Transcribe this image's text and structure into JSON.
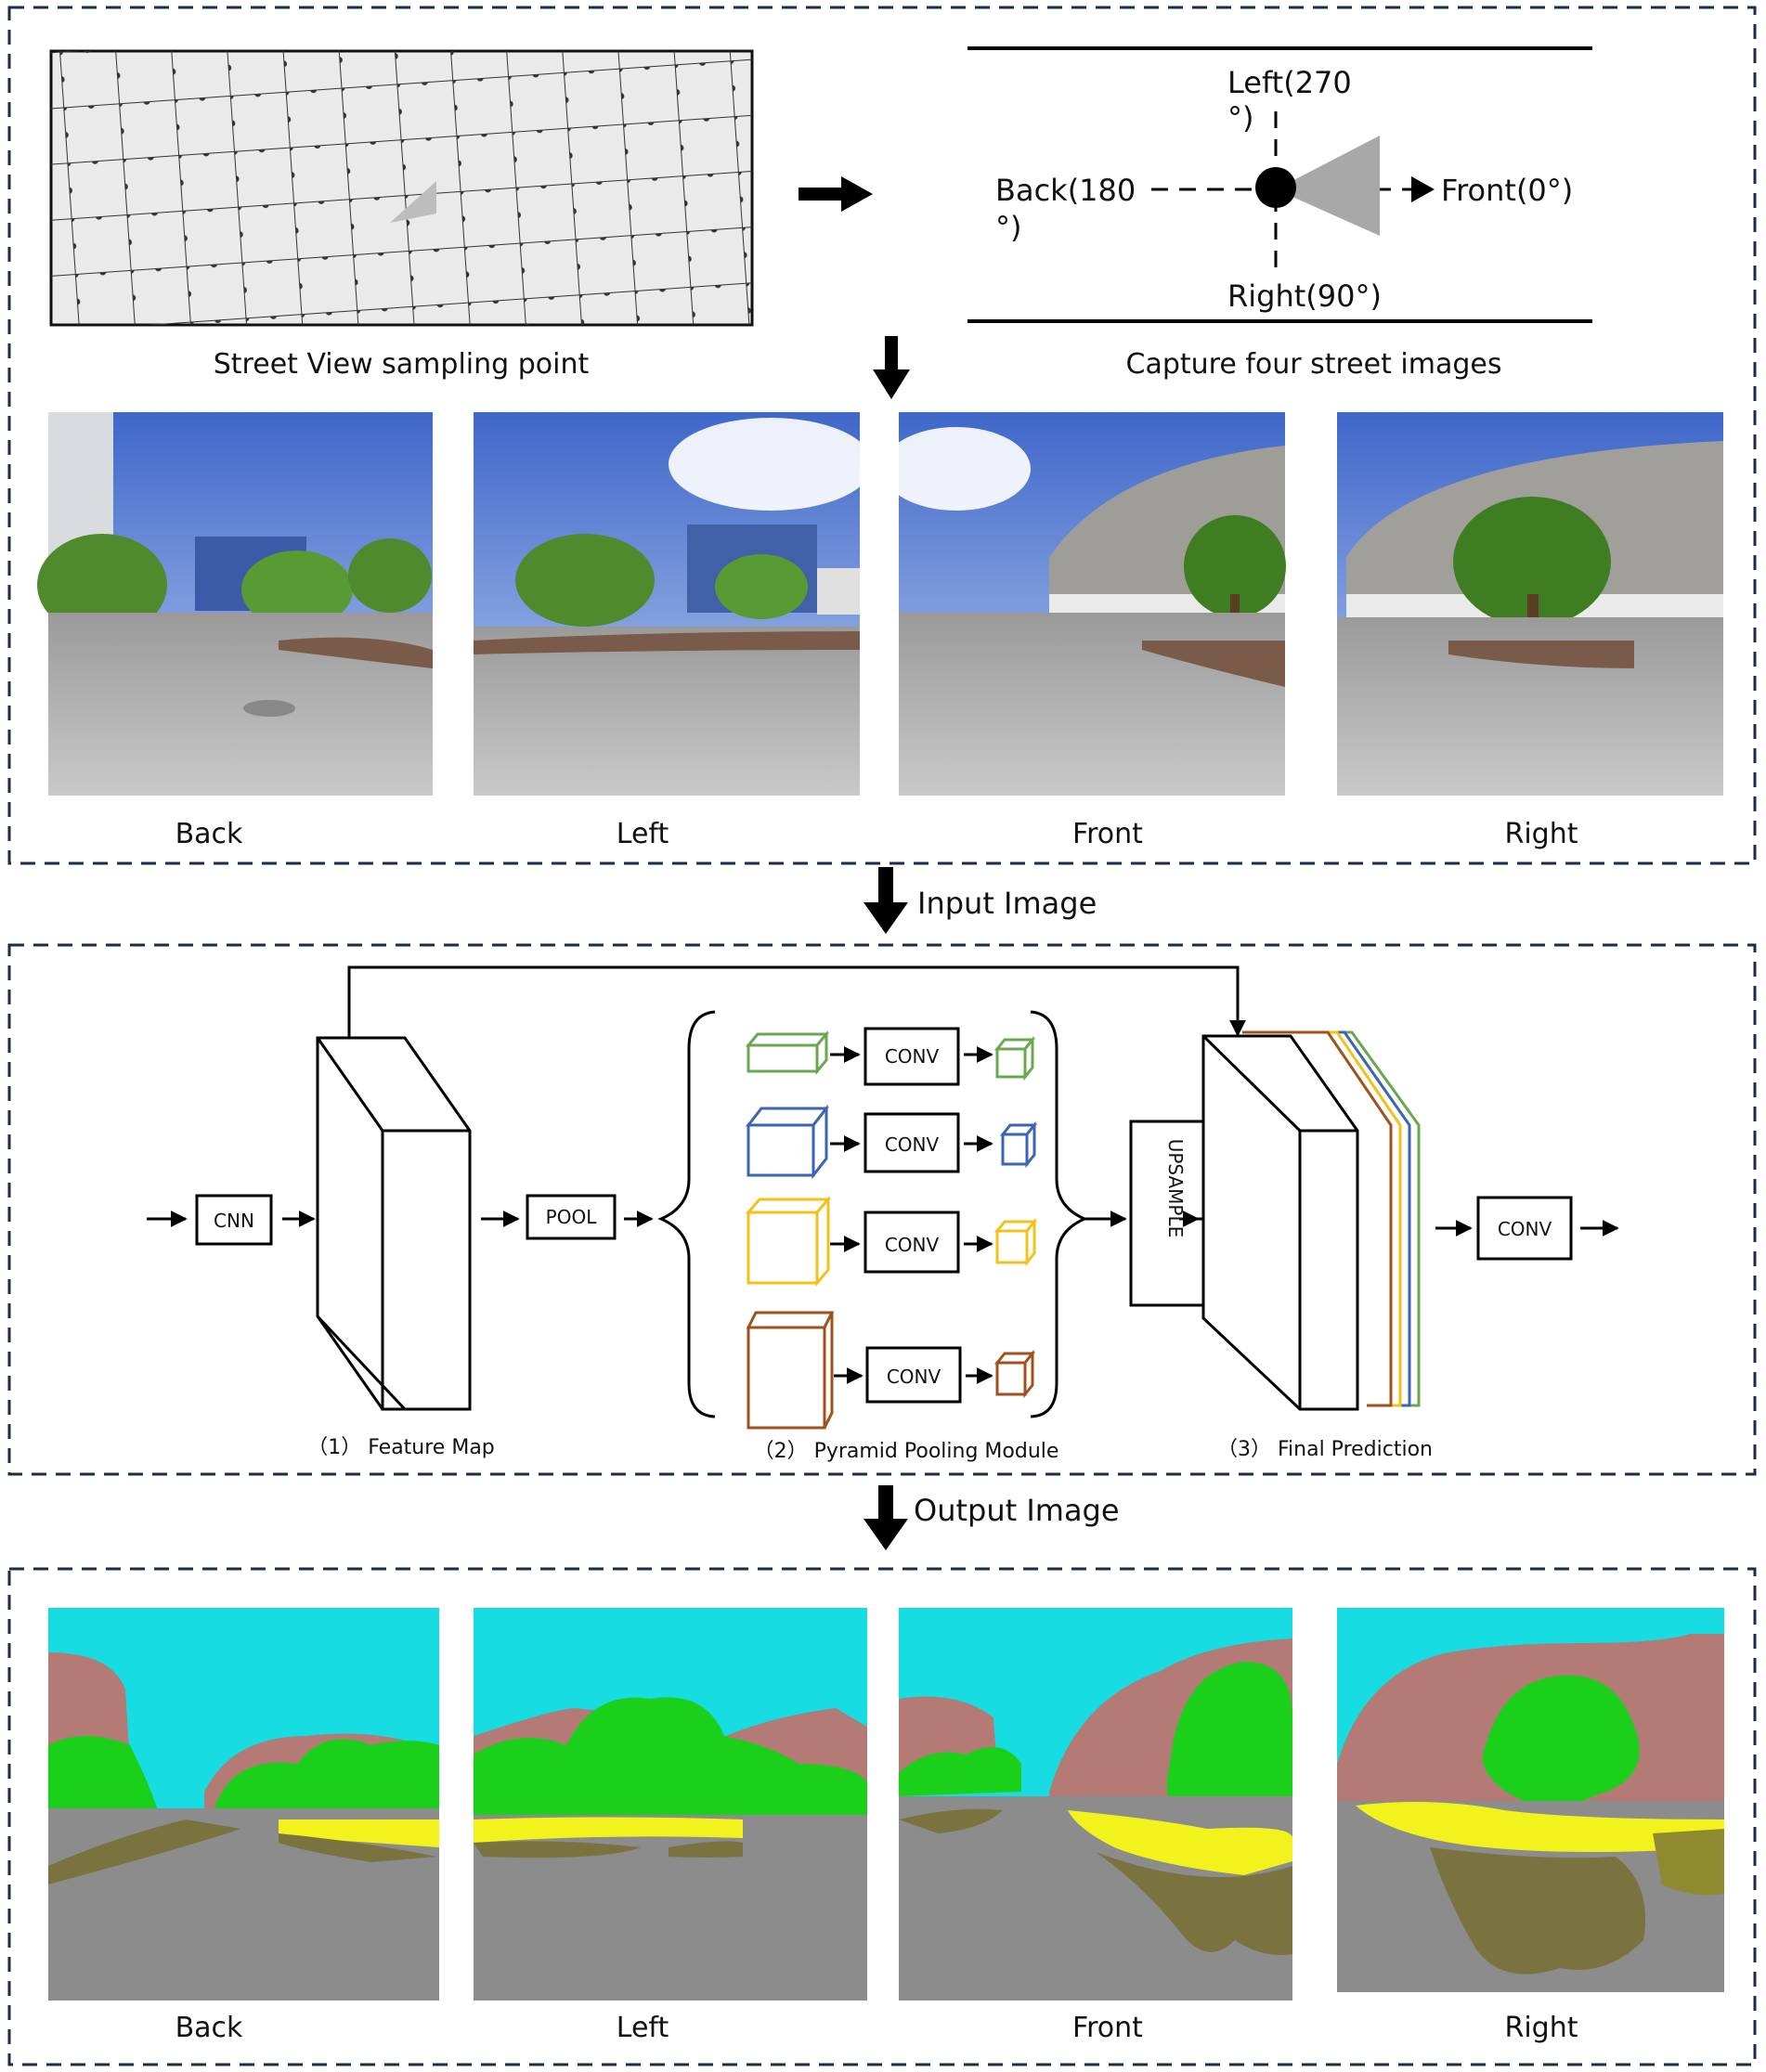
{
  "section1": {
    "map_caption": "Street View sampling point",
    "directions_caption": "Capture four street images",
    "compass": {
      "left_line1": "Left(270",
      "left_line2": "°)",
      "back_line1": "Back(180",
      "back_line2": "°)",
      "right": "Right(90°)",
      "front": "Front(0°)"
    },
    "street_image_labels": [
      "Back",
      "Left",
      "Front",
      "Right"
    ]
  },
  "arrow1_label": "Input Image",
  "section2": {
    "cnn": "CNN",
    "pool": "POOL",
    "conv_labels": [
      "CONV",
      "CONV",
      "CONV",
      "CONV"
    ],
    "upsample": "UPSAMPLE",
    "final_conv": "CONV",
    "caption_feature": "（1） Feature Map",
    "caption_pyramid": "（2） Pyramid Pooling Module",
    "caption_final": "（3） Final Prediction",
    "pyramid_colors": [
      "#6aa84f",
      "#3c64b1",
      "#f0c21a",
      "#a0521e"
    ]
  },
  "arrow2_label": "Output Image",
  "section3": {
    "segmentation_labels": [
      "Back",
      "Left",
      "Front",
      "Right"
    ],
    "class_colors": {
      "sky": "#17dde3",
      "building": "#b47a76",
      "tree": "#1bd01b",
      "road": "#8c8c8c",
      "sidewalk": "#f2f21c",
      "terrain": "#7a7340",
      "grass": "#3ef53e"
    }
  }
}
